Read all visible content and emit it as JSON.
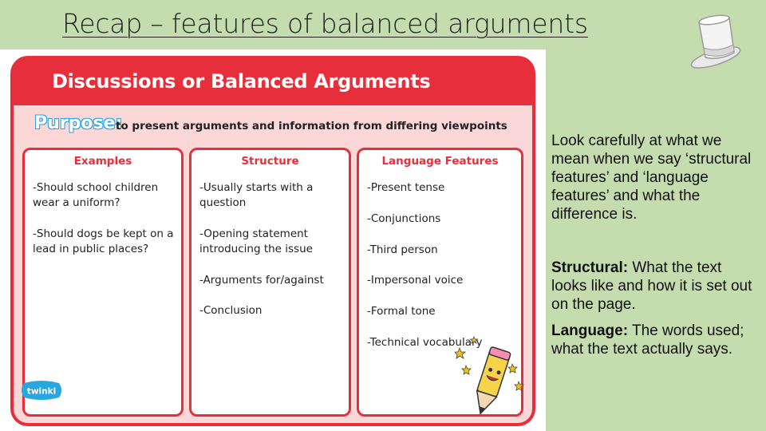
{
  "slide": {
    "title": "Recap – features of balanced arguments"
  },
  "card": {
    "heading": "Discussions or Balanced Arguments",
    "purpose_label": "Purpose:",
    "purpose_text": "to present arguments and information from differing viewpoints",
    "brand": "twinkl",
    "columns": [
      {
        "title": "Examples",
        "items": [
          "-Should school children wear a uniform?",
          "-Should dogs be kept on a lead in public places?"
        ]
      },
      {
        "title": "Structure",
        "items": [
          "-Usually starts with a question",
          "-Opening statement introducing the issue",
          "-Arguments for/against",
          "-Conclusion"
        ]
      },
      {
        "title": "Language Features",
        "items": [
          "-Present tense",
          "-Conjunctions",
          "-Third person",
          "-Impersonal voice",
          "-Formal tone",
          "-Technical vocabulary"
        ]
      }
    ]
  },
  "notes": {
    "intro": "Look carefully at what we mean when we say ‘structural features’ and ‘language features’ and what the difference is.",
    "structural_label": "Structural:",
    "structural_text": " What the text looks like and how it is set out on the page.",
    "language_label": "Language:",
    "language_text": " The words used; what the text actually says."
  },
  "colors": {
    "background": "#c5dcaf",
    "card_red": "#e72f3b",
    "card_pink": "#fbd7d8",
    "purpose_blue": "#2aa6de"
  },
  "icons": [
    "white-top-hat-icon",
    "pencil-mascot-icon",
    "twinkl-logo"
  ]
}
